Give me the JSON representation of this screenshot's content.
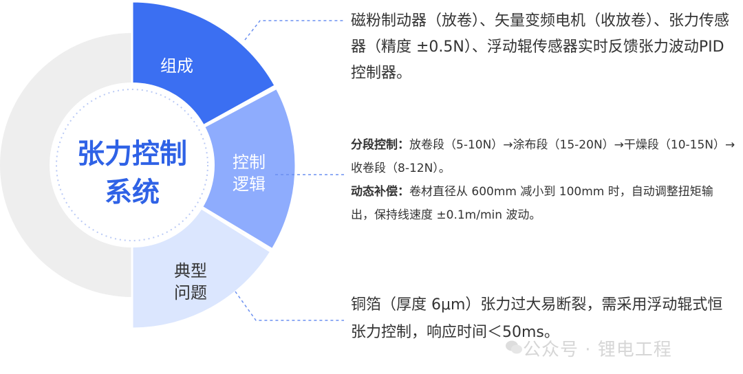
{
  "center": {
    "line1": "张力控制",
    "line2": "系统"
  },
  "segments": [
    {
      "label_lines": [
        "组成"
      ],
      "color": "#3b6ff2",
      "text_color": "#ffffff"
    },
    {
      "label_lines": [
        "控制",
        "逻辑"
      ],
      "color": "#8eacfd",
      "text_color": "#ffffff"
    },
    {
      "label_lines": [
        "典型",
        "问题"
      ],
      "color": "#dbe6fe",
      "text_color": "#333333"
    }
  ],
  "blocks": {
    "composition": "磁粉制动器（放卷）、矢量变频电机（收放卷）、张力传感器（精度 ±0.5N）、浮动辊传感器实时反馈张力波动PID 控制器。",
    "logic": {
      "segmented": {
        "head": "分段控制：",
        "body": "放卷段（5-10N）→涂布段（15-20N）→干燥段（10-15N）→收卷段（8-12N）。"
      },
      "dynamic": {
        "head": "动态补偿：",
        "body": "卷材直径从 600mm 减小到 100mm 时，自动调整扭矩输出，保持线速度 ±0.1m/min 波动。"
      }
    },
    "problem": "铜箔（厚度 6μm）张力过大易断裂，需采用浮动辊式恒张力控制，响应时间＜50ms。"
  },
  "watermark": "公众号 · 锂电工程",
  "colors": {
    "outer_ring": "#eeeeee",
    "center_text": "#2f62e6",
    "connector": "#6a8ff0",
    "dotted_circle": "#b9c9f5"
  }
}
